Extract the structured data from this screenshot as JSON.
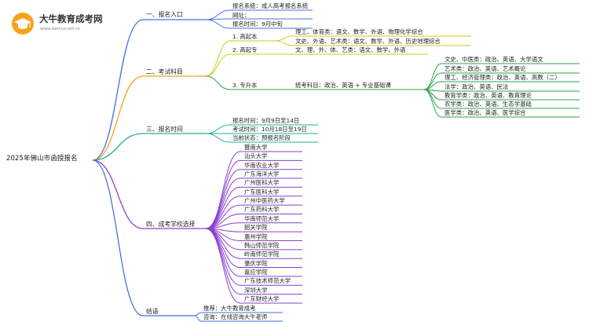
{
  "logo": {
    "title": "大牛教育成考网",
    "url": "www.daniuxueli.cn"
  },
  "root": "2025年佛山市函授报名",
  "sections": {
    "s1": {
      "label": "一、报名入口",
      "items": [
        "报名系统：成人高考报名系统",
        "网址：",
        "报名时间：9月中旬"
      ]
    },
    "s2": {
      "label": "二、考试科目",
      "gqb": {
        "label": "1. 高起本",
        "items": [
          "理工、体育类：语文、数学、外语、物理化学综合",
          "文史、外语、艺术类：语文、数学、外语、历史地理综合"
        ]
      },
      "gqz": {
        "label": "2. 高起专",
        "items": [
          "文、理、外、体、艺类：语文、数学、外语"
        ]
      },
      "zsb": {
        "label": "3. 专升本",
        "desc": "统考科目：政治、英语 + 专业基础课",
        "items": [
          "文史、中医类：政治、英语、大学语文",
          "艺术类：政治、英语、艺术概论",
          "理工、经济管理类：政治、英语、高数（二）",
          "法学：政治、英语、民法",
          "教育学类：政治、英语、教育理论",
          "农学类：政治、英语、生态学基础",
          "医学类：政治、英语、医学综合"
        ]
      }
    },
    "s3": {
      "label": "三、报名时间",
      "items": [
        "报名时间：9月9日至14日",
        "考试时间：10月18日至19日",
        "当前状态：预报名阶段"
      ]
    },
    "s4": {
      "label": "四、成考学校选择",
      "items": [
        "暨南大学",
        "汕头大学",
        "华南农业大学",
        "广东海洋大学",
        "广州医科大学",
        "广东医科大学",
        "广州中医药大学",
        "广东药科大学",
        "华南师范大学",
        "韶关学院",
        "惠州学院",
        "韩山师范学院",
        "岭南师范学院",
        "肇庆学院",
        "嘉应学院",
        "广东技术师范大学",
        "深圳大学",
        "广东财经大学"
      ]
    },
    "s5": {
      "label": "结语",
      "items": [
        "推荐：大牛教育成考",
        "咨询：在线咨询大牛老师"
      ]
    }
  },
  "colors": {
    "s1": "#4472e2",
    "s2": "#f0a31c",
    "s3": "#22b08f",
    "s4": "#8a3fd1",
    "s5": "#4472e2",
    "gqb": "#c4d21e",
    "gqz": "#c4d21e",
    "zsb": "#2aa34a"
  }
}
